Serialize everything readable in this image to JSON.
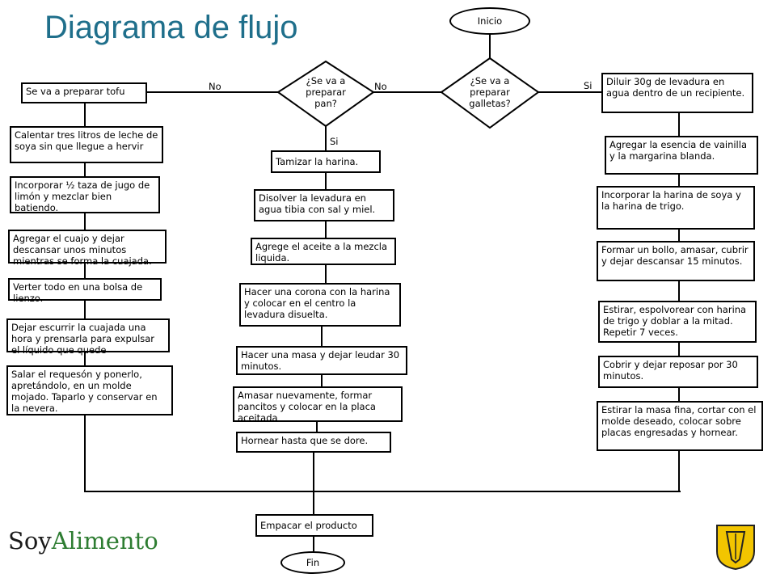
{
  "title": "Diagrama de flujo",
  "start": "Inicio",
  "end": "Fin",
  "decision_galletas": "¿Se va a\npreparar\ngalletas?",
  "decision_pan": "¿Se va a\npreparar\npan?",
  "labels": {
    "no1": "No",
    "no2": "No",
    "si_galletas": "Si",
    "si_pan": "Si"
  },
  "tofu": [
    "Se va a preparar tofu",
    "Calentar tres litros de leche de soya sin que llegue a hervir",
    "Incorporar ½ taza de jugo de limón y mezclar bien batiendo.",
    "Agregar el cuajo y dejar descansar unos minutos mientras se forma la cuajada.",
    "Verter todo en una bolsa de lienzo.",
    "Dejar escurrir la cuajada una hora y prensarla para expulsar el líquido que quede",
    "Salar el requesón y ponerlo, apretándolo, en un molde mojado. Taparlo y conservar en la nevera."
  ],
  "pan": [
    "Tamizar la harina.",
    "Disolver la levadura en agua tibia con sal y miel.",
    "Agrege el aceite a la mezcla liquida.",
    "Hacer una corona con la harina y colocar en el centro la levadura disuelta.",
    "Hacer una masa y dejar leudar 30 minutos.",
    "Amasar nuevamente, formar pancitos y colocar en la placa aceitada",
    "Hornear hasta que se dore."
  ],
  "galletas": [
    "Diluir 30g de levadura en agua dentro de un recipiente.",
    "Agregar la esencia de vainilla y la margarina blanda.",
    "Incorporar la harina de soya y la harina de trigo.",
    "Formar un bollo, amasar, cubrir y dejar descansar 15 minutos.",
    "Estirar, espolvorear con harina de trigo y doblar a la mitad. Repetir 7 veces.",
    "Cobrir y dejar reposar por 30 minutos.",
    "Estirar la masa fina, cortar con el molde deseado, colocar sobre placas engresadas y hornear."
  ],
  "package": "Empacar el producto",
  "logo": {
    "part1": "Soy",
    "part2": "Alimento"
  },
  "colors": {
    "title": "#1f6f8b",
    "logo_accent": "#2e7d32",
    "shield_gold": "#f2c500"
  }
}
